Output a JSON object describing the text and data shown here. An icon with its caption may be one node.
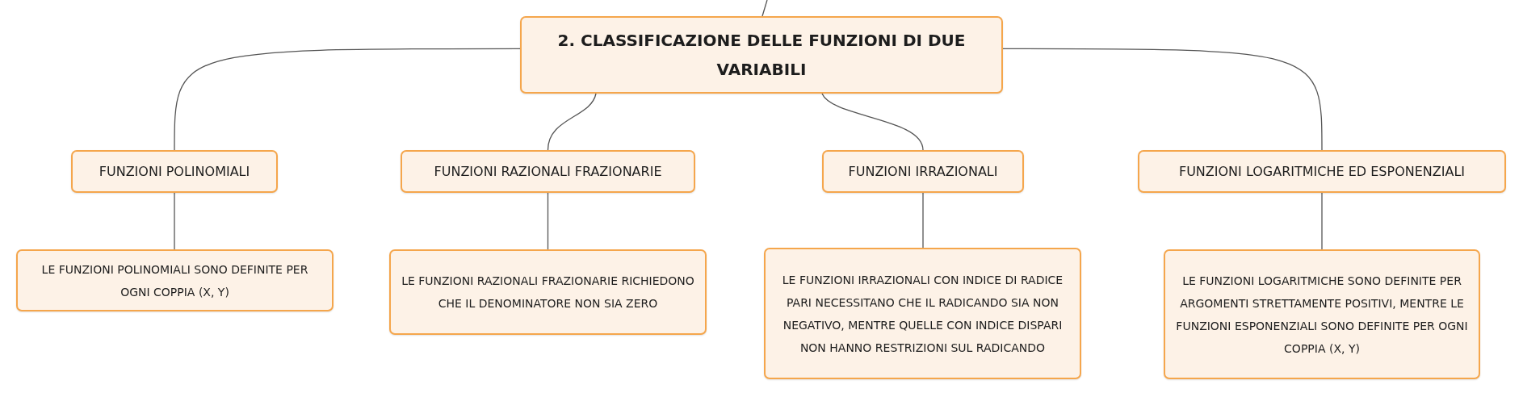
{
  "diagram": {
    "nodes": [
      {
        "text": [
          "2. CLASSIFICAZIONE DELLE FUNZIONI DI DUE VARIABILI"
        ]
      },
      {
        "text": [
          "FUNZIONI POLINOMIALI"
        ]
      },
      {
        "text": [
          "FUNZIONI RAZIONALI FRAZIONARIE"
        ]
      },
      {
        "text": [
          "FUNZIONI IRRAZIONALI"
        ]
      },
      {
        "text": [
          "FUNZIONI LOGARITMICHE ED ESPONENZIALI"
        ]
      },
      {
        "text": [
          "LE FUNZIONI POLINOMIALI SONO DEFINITE PER OGNI COPPIA (X, Y)"
        ]
      },
      {
        "text": [
          "LE FUNZIONI RAZIONALI FRAZIONARIE RICHIEDONO CHE IL DENOMINATORE NON SIA ZERO"
        ]
      },
      {
        "text": [
          "LE FUNZIONI IRRAZIONALI CON INDICE DI RADICE PARI NECESSITANO CHE IL RADICANDO SIA NON NEGATIVO, MENTRE QUELLE CON INDICE DISPARI NON HANNO RESTRIZIONI SUL RADICANDO"
        ]
      },
      {
        "text": [
          "LE FUNZIONI LOGARITMICHE SONO DEFINITE PER ARGOMENTI STRETTAMENTE POSITIVI, MENTRE LE FUNZIONI ESPONENZIALI SONO DEFINITE PER OGNI COPPIA (X, Y)"
        ]
      }
    ],
    "edges": [
      {
        "from": null,
        "to": 0,
        "arrow": "none"
      },
      {
        "from": 0,
        "to": 1,
        "arrow": "none"
      },
      {
        "from": 0,
        "to": 2,
        "arrow": "none"
      },
      {
        "from": 0,
        "to": 3,
        "arrow": "none"
      },
      {
        "from": 0,
        "to": 4,
        "arrow": "none"
      },
      {
        "from": 1,
        "to": 5,
        "arrow": "none"
      },
      {
        "from": 2,
        "to": 6,
        "arrow": "none"
      },
      {
        "from": 3,
        "to": 7,
        "arrow": "none"
      },
      {
        "from": 4,
        "to": 8,
        "arrow": "none"
      }
    ]
  }
}
